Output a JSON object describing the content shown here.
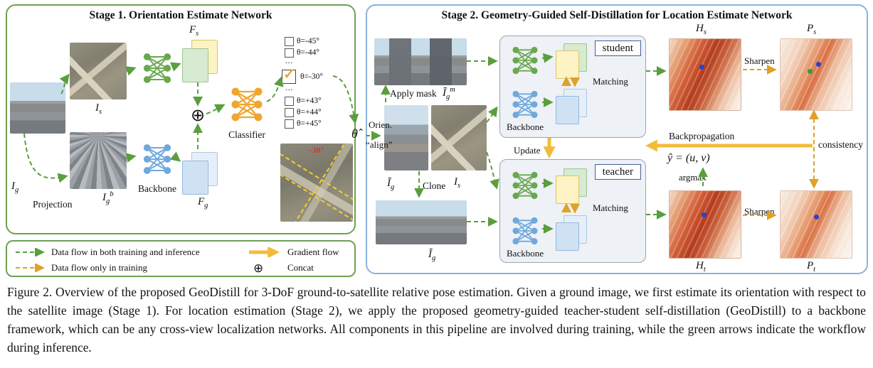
{
  "stage1": {
    "title": "Stage 1. Orientation Estimate Network",
    "labels": {
      "ig": {
        "base": "I",
        "sub": "g"
      },
      "is": {
        "base": "I",
        "sub": "s"
      },
      "igb": {
        "base": "I",
        "sub": "g",
        "sup": "b"
      },
      "fs": {
        "base": "F",
        "sub": "s"
      },
      "fg": {
        "base": "F",
        "sub": "g"
      },
      "projection": "Projection",
      "backbone": "Backbone",
      "classifier": "Classifier",
      "rot_angle": "-30°"
    },
    "theta": {
      "items": [
        "θ=-45°",
        "θ=-44°",
        "θ=-30°",
        "θ=+43°",
        "θ=+44°",
        "θ=+45°"
      ],
      "ellipsis": "...",
      "check": "✓"
    },
    "output": {
      "theta_hat": "θ̂",
      "orien": "Orien.",
      "align": "“align”"
    }
  },
  "legend": {
    "concat_symbol": "⊕",
    "flow_both": "Data flow in both training and inference",
    "flow_training": "Data flow only in training",
    "gradient": "Gradient flow",
    "concat": "Concat"
  },
  "stage2": {
    "title": "Stage 2. Geometry-Guided Self-Distillation for Location Estimate Network",
    "labels": {
      "apply_mask": "Apply mask",
      "igm": {
        "base": "Ĩ",
        "sub": "g",
        "sup": "m"
      },
      "ig_tilde": {
        "base": "Ĩ",
        "sub": "g"
      },
      "is": {
        "base": "I",
        "sub": "s"
      },
      "clone": "Clone",
      "student": "student",
      "teacher": "teacher",
      "backbone": "Backbone",
      "matching": "Matching",
      "update": "Update",
      "backprop": "Backpropagation",
      "consistency": "consistency",
      "sharpen": "Sharpen",
      "argmax": "argmax",
      "y_hat": "ŷ = (u, v)",
      "hs": {
        "base": "H",
        "sub": "s"
      },
      "ps": {
        "base": "P",
        "sub": "s"
      },
      "ht": {
        "base": "H",
        "sub": "t"
      },
      "pt": {
        "base": "P",
        "sub": "t"
      }
    }
  },
  "caption": "Figure 2. Overview of the proposed GeoDistill for 3-DoF ground-to-satellite relative pose estimation. Given a ground image, we first estimate its orientation with respect to the satellite image (Stage 1). For location estimation (Stage 2), we apply the proposed geometry-guided teacher-student self-distillation (GeoDistill) to a backbone framework, which can be any cross-view localization networks. All components in this pipeline are involved during training, while the green arrows indicate the workflow during inference."
}
